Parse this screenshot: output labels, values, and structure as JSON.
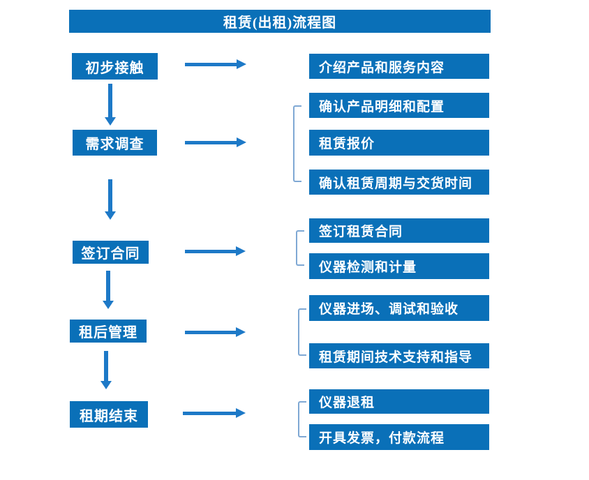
{
  "title": "租赁(出租)流程图",
  "colors": {
    "box_blue": "#0a70b8",
    "arrow_blue": "#1d79c7",
    "bracket_blue": "#7fa8d4",
    "text": "#ffffff",
    "background": "#ffffff"
  },
  "steps": [
    {
      "label": "初步接触",
      "details": [
        "介绍产品和服务内容"
      ]
    },
    {
      "label": "需求调查",
      "details": [
        "确认产品明细和配置",
        "租赁报价",
        "确认租赁周期与交货时间"
      ]
    },
    {
      "label": "签订合同",
      "details": [
        "签订租赁合同",
        "仪器检测和计量"
      ]
    },
    {
      "label": "租后管理",
      "details": [
        "仪器进场、调试和验收",
        "租赁期间技术支持和指导"
      ]
    },
    {
      "label": "租期结束",
      "details": [
        "仪器退租",
        "开具发票，付款流程"
      ]
    }
  ]
}
